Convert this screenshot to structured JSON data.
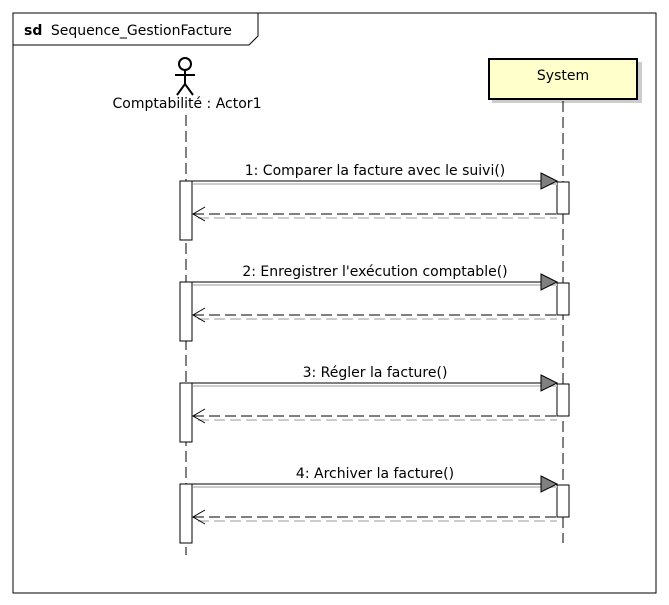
{
  "frame": {
    "keyword": "sd",
    "name": "Sequence_GestionFacture"
  },
  "lifelines": {
    "actor": {
      "label": "Comptabilité : Actor1"
    },
    "system": {
      "label": "System"
    }
  },
  "messages": [
    {
      "label": "1: Comparer la facture avec le suivi()"
    },
    {
      "label": "2: Enregistrer l'exécution comptable()"
    },
    {
      "label": "3: Régler la facture()"
    },
    {
      "label": "4: Archiver la facture()"
    }
  ],
  "colors": {
    "system_fill": "#ffffcc",
    "line": "#000000",
    "arrow_head": "#808080"
  }
}
